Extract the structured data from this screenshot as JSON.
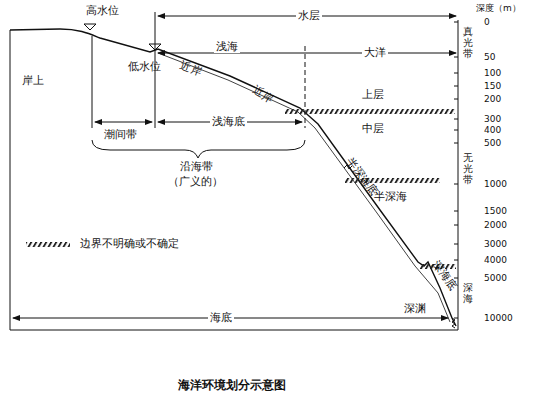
{
  "diagram": {
    "caption": "海洋环境划分示意图",
    "labels": [
      "高水位",
      "低水位",
      "岸上",
      "潮间带",
      "浅海",
      "近岸",
      "近岸",
      "浅海底",
      "水层",
      "大洋",
      "上层",
      "中层",
      "沿海带",
      "（广义的）",
      "半深海底",
      "半深海",
      "深海底",
      "深渊",
      "海底",
      "深度（m）",
      "0",
      "50",
      "100",
      "150",
      "200",
      "300",
      "400",
      "500",
      "1000",
      "1500",
      "2000",
      "3000",
      "4000",
      "5000",
      "10000",
      "真光带",
      "无光带",
      "深海"
    ],
    "legend": [
      {
        "text": "边界不明确或不确定"
      }
    ]
  }
}
